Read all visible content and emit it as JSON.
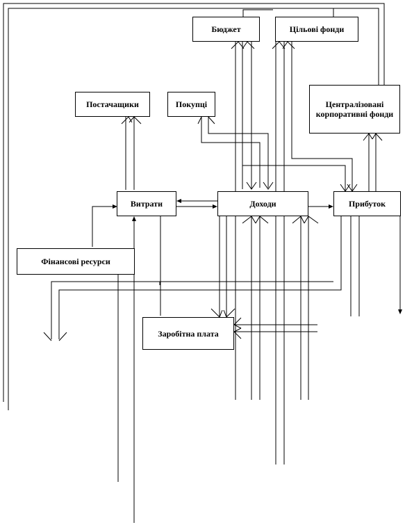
{
  "nodes": {
    "budget": "Бюджет",
    "target_funds": "Цільові фонди",
    "suppliers": "Постачащики",
    "buyers": "Покупці",
    "central_funds": "Централізовані корпоративні фонди",
    "expenses": "Витрати",
    "income": "Доходи",
    "profit": "Прибуток",
    "fin_resources": "Фінансові ресурси",
    "salary": "Заробітна плата"
  },
  "colors": {
    "line": "#000000",
    "box_border": "#000000",
    "background": "#ffffff"
  }
}
